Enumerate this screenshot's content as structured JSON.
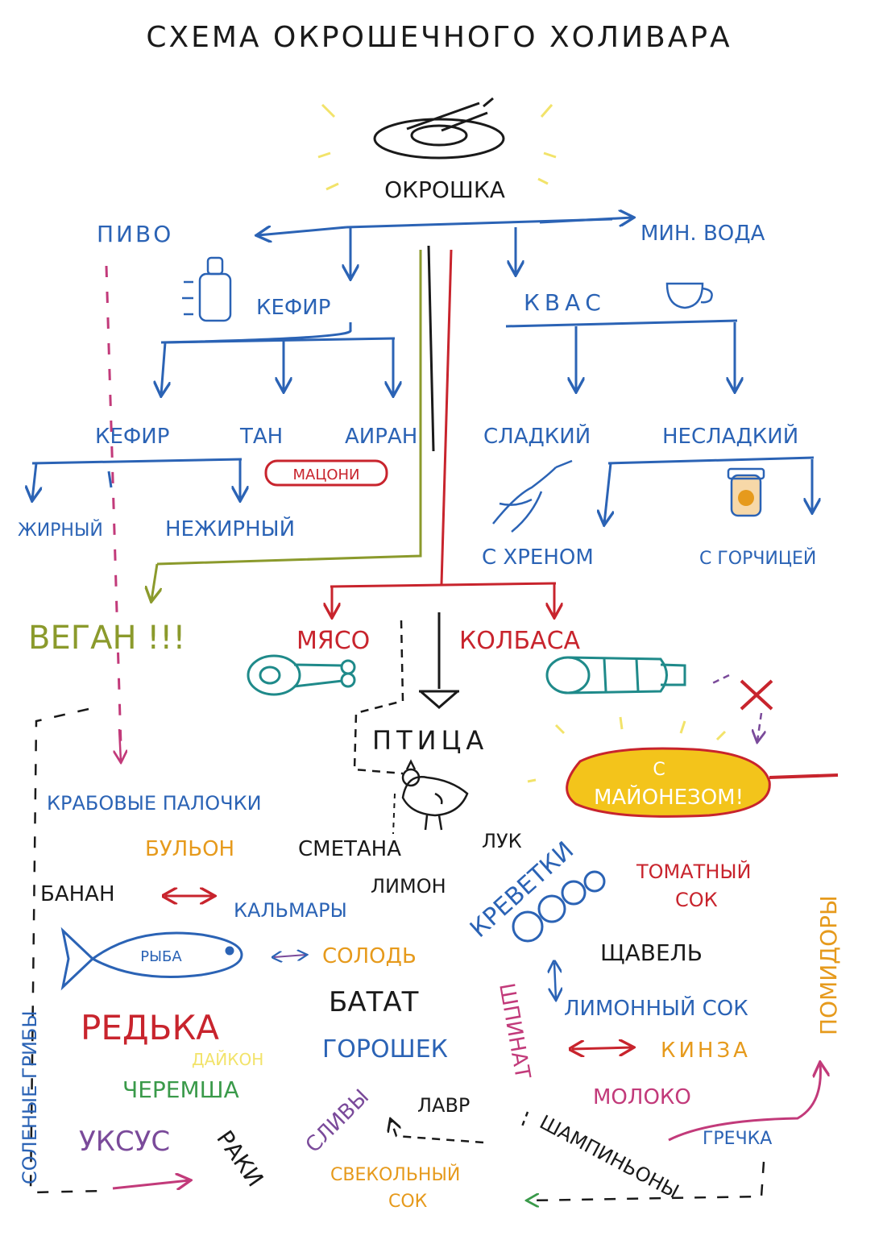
{
  "title": "СХЕМА ОКРОШЕЧНОГО ХОЛИВАРА",
  "colors": {
    "black": "#1a1a1a",
    "blue": "#2b63b5",
    "red": "#c8242d",
    "olive": "#8b9a2c",
    "pink": "#c23a7a",
    "orange": "#e69a1c",
    "yellow": "#f3c41b",
    "green": "#3a9a4a",
    "teal": "#1f8a8a",
    "purple": "#7a4a9a",
    "light_yellow": "#f2e36a"
  },
  "nodes": {
    "okroshka": "ОКРОШКА",
    "pivo": "ПИВО",
    "min_voda": "МИН. ВОДА",
    "kefir_top": "КЕФИР",
    "kvas": "КВАС",
    "kefir": "КЕФИР",
    "tan": "ТАН",
    "ayran": "АИРАН",
    "matsoni": "МАЦОНИ",
    "sladkiy": "СЛАДКИЙ",
    "nesladkiy": "НЕСЛАДКИЙ",
    "zhirny": "ЖИРНЫЙ",
    "nezhirny": "НЕЖИРНЫЙ",
    "s_khrenom": "С ХРЕНОМ",
    "s_gorchitsey": "С ГОРЧИЦЕЙ",
    "vegan": "ВЕГАН !!!",
    "myaso": "МЯСО",
    "kolbasa": "КОЛБАСА",
    "ptitsa": "ПТИЦА",
    "krabovye": "КРАБОВЫЕ ПАЛОЧКИ",
    "mayonez_top": "С",
    "mayonez": "МАЙОНЕЗОМ!",
    "bulyon": "БУЛЬОН",
    "smetana": "СМЕТАНА",
    "luk": "ЛУК",
    "limon": "ЛИМОН",
    "krevetki": "КРЕВЕТКИ",
    "tomatny": "ТОМАТНЫЙ",
    "sok": "СОК",
    "pomidory": "ПОМИДОРЫ",
    "banan": "БАНАН",
    "kalmary": "КАЛЬМАРЫ",
    "ryba": "РЫБА",
    "sol": "СОЛОДЬ",
    "shchavel": "ЩАВЕЛЬ",
    "batat": "БАТАТ",
    "shpinat": "ШПИНАТ",
    "limonny_sok": "ЛИМОННЫЙ СОК",
    "solenye_griby": "СОЛЕНЫЕ ГРИБЫ",
    "redka": "РЕДЬКА",
    "daykon": "ДАЙКОН",
    "goroshek": "ГОРОШЕК",
    "kinza": "КИНЗА",
    "cheremsha": "ЧЕРЕМША",
    "slivy": "СЛИВЫ",
    "lavr": "ЛАВР",
    "moloko": "МОЛОКО",
    "uksus": "УКСУС",
    "raki": "РАКИ",
    "grechka": "ГРЕЧКА",
    "shampinony": "ШАМПИНЬОНЫ",
    "svekolny": "СВЕКОЛЬНЫЙ",
    "svekolny_sok": "СОК"
  }
}
